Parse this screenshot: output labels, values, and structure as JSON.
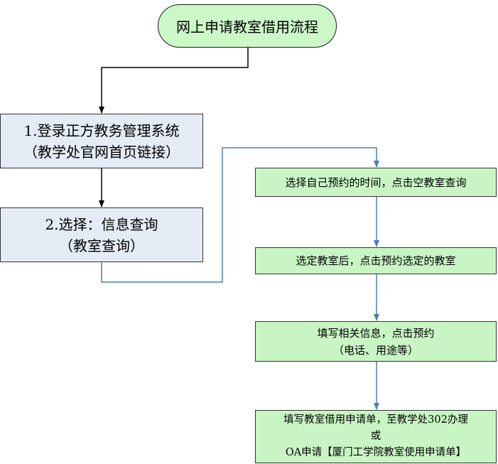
{
  "start": {
    "label": "网上申请教室借用流程"
  },
  "step1": {
    "line1": "1.登录正方教务管理系统",
    "line2": "（教学处官网首页链接）"
  },
  "step2": {
    "line1": "2.选择：信息查询",
    "line2": "（教室查询）"
  },
  "step3": {
    "line1": "选择自己预约的时间，点击空教室查询"
  },
  "step4": {
    "line1": "选定教室后，点击预约选定的教室"
  },
  "step5": {
    "line1": "填写相关信息，点击预约",
    "line2": "（电话、用途等）"
  },
  "step6": {
    "line1": "填写教室借用申请单，至教学处302办理",
    "line2": "或",
    "line3": "OA申请【厦门工学院教室使用申请单】"
  },
  "colors": {
    "start_fill": "#ccf8c8",
    "left_fill": "#e4ebf5",
    "right_fill": "#c9f5c4",
    "black_connector": "#000000",
    "blue_connector": "#4a7ebb"
  }
}
